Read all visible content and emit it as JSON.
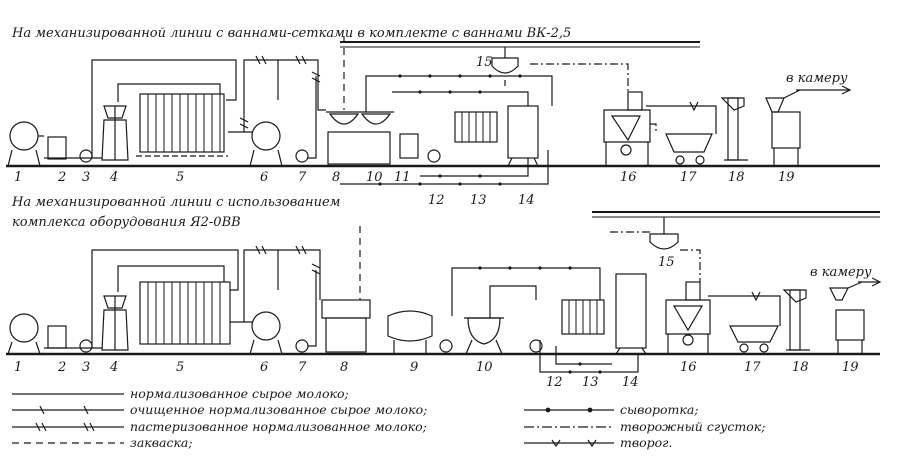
{
  "line1": {
    "title": "На механизированной линии с ваннами-сетками в комплекте с ваннами ВК-2,5",
    "to_chamber": "в камеру",
    "numbers": [
      "1",
      "2",
      "3",
      "4",
      "5",
      "6",
      "7",
      "8",
      "10",
      "11",
      "12",
      "13",
      "14",
      "15",
      "16",
      "17",
      "18",
      "19"
    ]
  },
  "line2": {
    "title_line1": "На механизированной линии с использованием",
    "title_line2": "комплекса оборудования Я2-0ВВ",
    "to_chamber": "в камеру",
    "numbers": [
      "1",
      "2",
      "3",
      "4",
      "5",
      "6",
      "7",
      "8",
      "9",
      "10",
      "12",
      "13",
      "14",
      "15",
      "16",
      "17",
      "18",
      "19"
    ]
  },
  "legend": {
    "items": [
      {
        "key": "raw_milk",
        "label": "нормализованное сырое молоко;"
      },
      {
        "key": "cleaned_milk",
        "label": "очищенное нормализованное сырое молоко;"
      },
      {
        "key": "pasteurized_milk",
        "label": "пастеризованное нормализованное молоко;"
      },
      {
        "key": "starter",
        "label": "закваска;"
      },
      {
        "key": "whey",
        "label": "сыворотка;"
      },
      {
        "key": "curd_clot",
        "label": "творожный сгусток;"
      },
      {
        "key": "cottage_cheese",
        "label": "творог."
      }
    ]
  }
}
